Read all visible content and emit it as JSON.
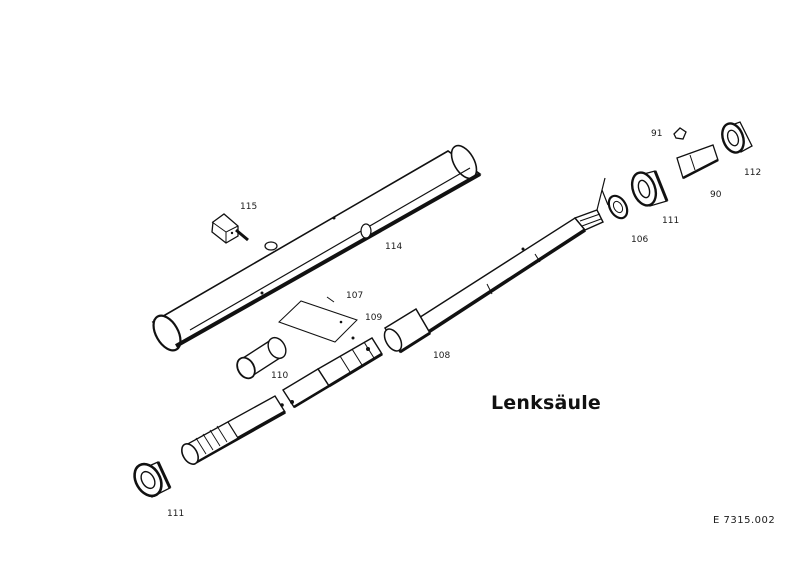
{
  "title": "Lenksäule",
  "drawing_number": "E  7315.002",
  "ink_color": "#111111",
  "callouts": {
    "p91": "91",
    "p90": "90",
    "p112": "112",
    "p111_upper": "111",
    "p106": "106",
    "p115": "115",
    "p114": "114",
    "p107": "107",
    "p109": "109",
    "p108": "108",
    "p110": "110",
    "p111_lower": "111"
  }
}
